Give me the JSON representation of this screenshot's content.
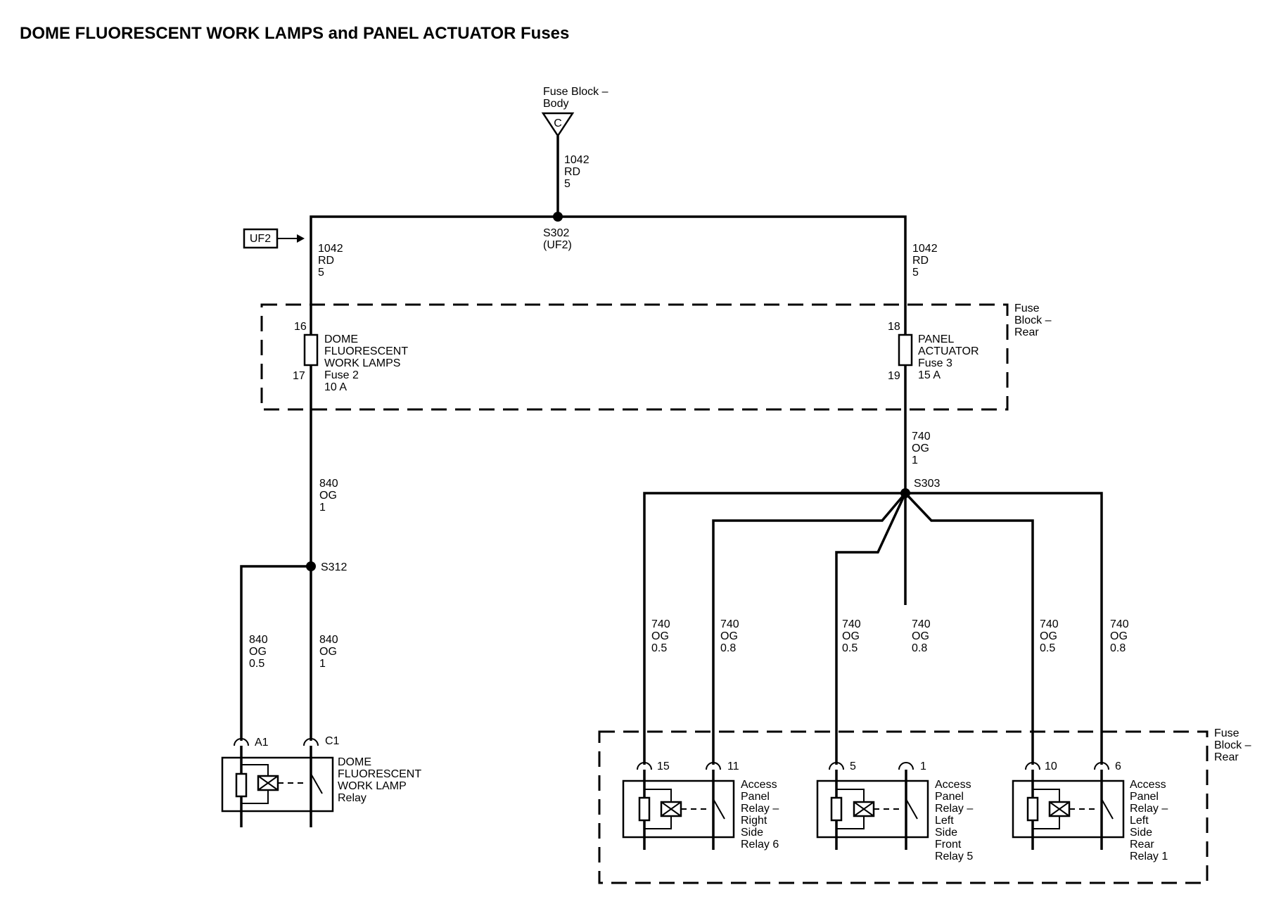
{
  "title": "DOME FLUORESCENT WORK LAMPS and PANEL ACTUATOR Fuses",
  "fuse_block_body": {
    "line1": "Fuse Block –",
    "line2": "Body",
    "terminal": "C"
  },
  "wire_top": {
    "circuit": "1042",
    "color": "RD",
    "gauge": "5"
  },
  "splice_s302": {
    "name": "S302",
    "sub": "(UF2)"
  },
  "uf2_ref": "UF2",
  "wire_left_feed": {
    "circuit": "1042",
    "color": "RD",
    "gauge": "5"
  },
  "wire_right_feed": {
    "circuit": "1042",
    "color": "RD",
    "gauge": "5"
  },
  "fuse_block_rear_top": {
    "line1": "Fuse",
    "line2": "Block –",
    "line3": "Rear"
  },
  "fuse2": {
    "pin_in": "16",
    "pin_out": "17",
    "line1": "DOME",
    "line2": "FLUORESCENT",
    "line3": "WORK LAMPS",
    "line4": "Fuse 2",
    "line5": "10 A"
  },
  "fuse3": {
    "pin_in": "18",
    "pin_out": "19",
    "line1": "PANEL",
    "line2": "ACTUATOR",
    "line3": "Fuse 3",
    "line4": "15 A"
  },
  "wire_840_main": {
    "circuit": "840",
    "color": "OG",
    "gauge": "1"
  },
  "wire_740_main": {
    "circuit": "740",
    "color": "OG",
    "gauge": "1"
  },
  "splice_s303": "S303",
  "splice_s312": "S312",
  "wire_840_a1": {
    "circuit": "840",
    "color": "OG",
    "gauge": "0.5"
  },
  "wire_840_c1": {
    "circuit": "840",
    "color": "OG",
    "gauge": "1"
  },
  "dome_relay": {
    "pin_a": "A1",
    "pin_c": "C1",
    "line1": "DOME",
    "line2": "FLUORESCENT",
    "line3": "WORK LAMP",
    "line4": "Relay"
  },
  "branches_740": [
    {
      "circuit": "740",
      "color": "OG",
      "gauge": "0.5"
    },
    {
      "circuit": "740",
      "color": "OG",
      "gauge": "0.8"
    },
    {
      "circuit": "740",
      "color": "OG",
      "gauge": "0.5"
    },
    {
      "circuit": "740",
      "color": "OG",
      "gauge": "0.8"
    },
    {
      "circuit": "740",
      "color": "OG",
      "gauge": "0.5"
    },
    {
      "circuit": "740",
      "color": "OG",
      "gauge": "0.8"
    }
  ],
  "fuse_block_rear_bottom": {
    "line1": "Fuse",
    "line2": "Block –",
    "line3": "Rear"
  },
  "relay6": {
    "pin_a": "15",
    "pin_b": "11",
    "line1": "Access",
    "line2": "Panel",
    "line3": "Relay –",
    "line4": "Right",
    "line5": "Side",
    "line6": "Relay 6"
  },
  "relay5": {
    "pin_a": "5",
    "pin_b": "1",
    "line1": "Access",
    "line2": "Panel",
    "line3": "Relay –",
    "line4": "Left",
    "line5": "Side",
    "line6": "Front",
    "line7": "Relay 5"
  },
  "relay1": {
    "pin_a": "10",
    "pin_b": "6",
    "line1": "Access",
    "line2": "Panel",
    "line3": "Relay –",
    "line4": "Left",
    "line5": "Side",
    "line6": "Rear",
    "line7": "Relay 1"
  }
}
